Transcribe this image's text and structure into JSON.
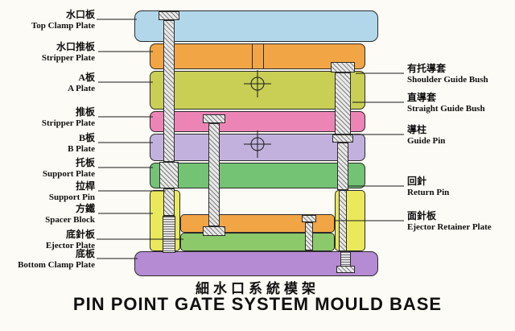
{
  "title": {
    "zh": "細水口系統模架",
    "en": "PIN POINT GATE SYSTEM MOULD BASE"
  },
  "labels": {
    "left": [
      {
        "zh": "水口板",
        "en": "Top Clamp Plate"
      },
      {
        "zh": "水口推板",
        "en": "Stripper Plate"
      },
      {
        "zh": "A板",
        "en": "A Plate"
      },
      {
        "zh": "推板",
        "en": "Stripper Plate"
      },
      {
        "zh": "B板",
        "en": "B Plate"
      },
      {
        "zh": "托板",
        "en": "Support Plate"
      },
      {
        "zh": "拉桿",
        "en": "Support Pin"
      },
      {
        "zh": "方鐵",
        "en": "Spacer Block"
      },
      {
        "zh": "底針板",
        "en": "Ejector Plate"
      },
      {
        "zh": "底板",
        "en": "Bottom Clamp Plate"
      }
    ],
    "right": [
      {
        "zh": "有托導套",
        "en": "Shoulder Guide Bush"
      },
      {
        "zh": "直導套",
        "en": "Straight Guide Bush"
      },
      {
        "zh": "導柱",
        "en": "Guide Pin"
      },
      {
        "zh": "回針",
        "en": "Return Pin"
      },
      {
        "zh": "面針板",
        "en": "Ejector Retainer Plate"
      }
    ]
  },
  "colors": {
    "top_clamp_plate": "#b3d7ea",
    "upper_stripper_plate": "#f2a544",
    "a_plate": "#c9cf55",
    "lower_stripper_plate": "#ec85b6",
    "b_plate": "#c2b1dd",
    "support_plate": "#74c375",
    "spacer_block": "#e9e95c",
    "ejector_retainer_plate": "#f2a544",
    "ejector_plate": "#8cc96a",
    "bottom_clamp_plate": "#b58bd3"
  }
}
